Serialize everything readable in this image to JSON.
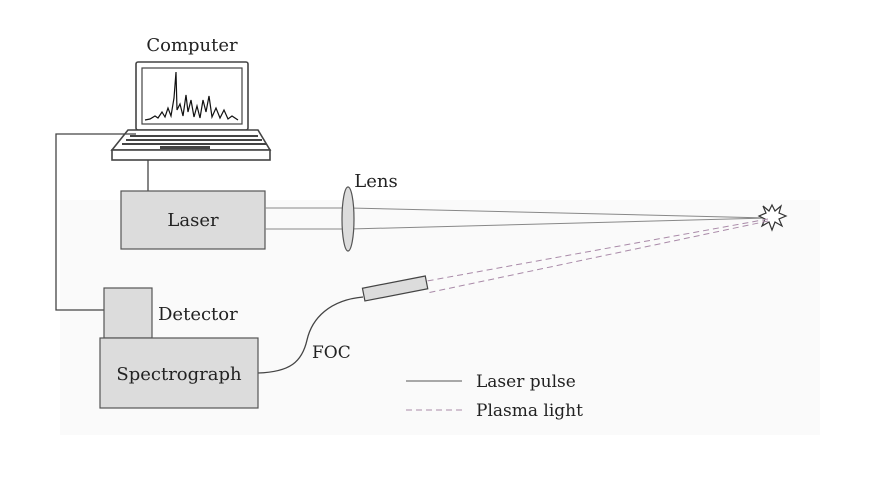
{
  "labels": {
    "computer": "Computer",
    "lens": "Lens",
    "laser": "Laser",
    "detector": "Detector",
    "spectrograph": "Spectrograph",
    "foc": "FOC"
  },
  "legend": {
    "laser_pulse": "Laser pulse",
    "plasma_light": "Plasma light"
  },
  "colors": {
    "box_fill": "#dcdcdc",
    "box_stroke": "#555555",
    "laser_line": "#666666",
    "plasma_line": "#a98aa8",
    "text": "#222222"
  }
}
